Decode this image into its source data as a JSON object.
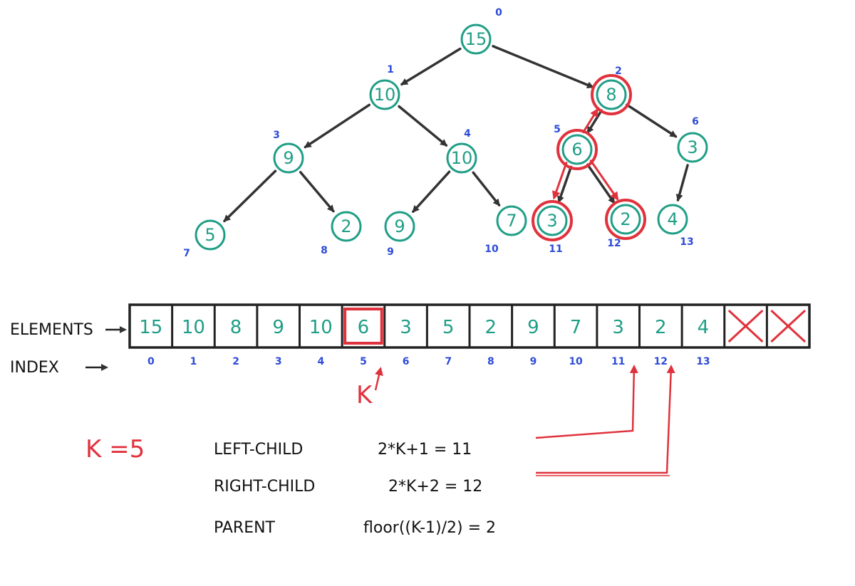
{
  "colors": {
    "node": "#1f9e86",
    "index": "#2d4bd8",
    "highlight": "#e0323c",
    "ink": "#222222"
  },
  "tree": {
    "nodes": [
      {
        "index": "0",
        "value": "15"
      },
      {
        "index": "1",
        "value": "10"
      },
      {
        "index": "2",
        "value": "8",
        "highlight": true
      },
      {
        "index": "3",
        "value": "9"
      },
      {
        "index": "4",
        "value": "10"
      },
      {
        "index": "5",
        "value": "6",
        "highlight": true
      },
      {
        "index": "6",
        "value": "3"
      },
      {
        "index": "7",
        "value": "5"
      },
      {
        "index": "8",
        "value": "2"
      },
      {
        "index": "9",
        "value": "9"
      },
      {
        "index": "10",
        "value": "7"
      },
      {
        "index": "11",
        "value": "3",
        "highlight": true
      },
      {
        "index": "12",
        "value": "2",
        "highlight": true
      },
      {
        "index": "13",
        "value": "4"
      }
    ]
  },
  "array": {
    "elements_label": "ELEMENTS",
    "index_label": "INDEX",
    "cells": [
      "15",
      "10",
      "8",
      "9",
      "10",
      "6",
      "3",
      "5",
      "2",
      "9",
      "7",
      "3",
      "2",
      "4"
    ],
    "indices": [
      "0",
      "1",
      "2",
      "3",
      "4",
      "5",
      "6",
      "7",
      "8",
      "9",
      "10",
      "11",
      "12",
      "13"
    ],
    "empty_cells": 2,
    "highlight_index": 5,
    "pointer_label": "K"
  },
  "formulas": {
    "k_value": "K =5",
    "left_label": "LEFT-CHILD",
    "left_expr": "2*K+1 = 11",
    "right_label": "RIGHT-CHILD",
    "right_expr": "2*K+2 = 12",
    "parent_label": "PARENT",
    "parent_expr": "floor((K-1)/2) = 2"
  }
}
